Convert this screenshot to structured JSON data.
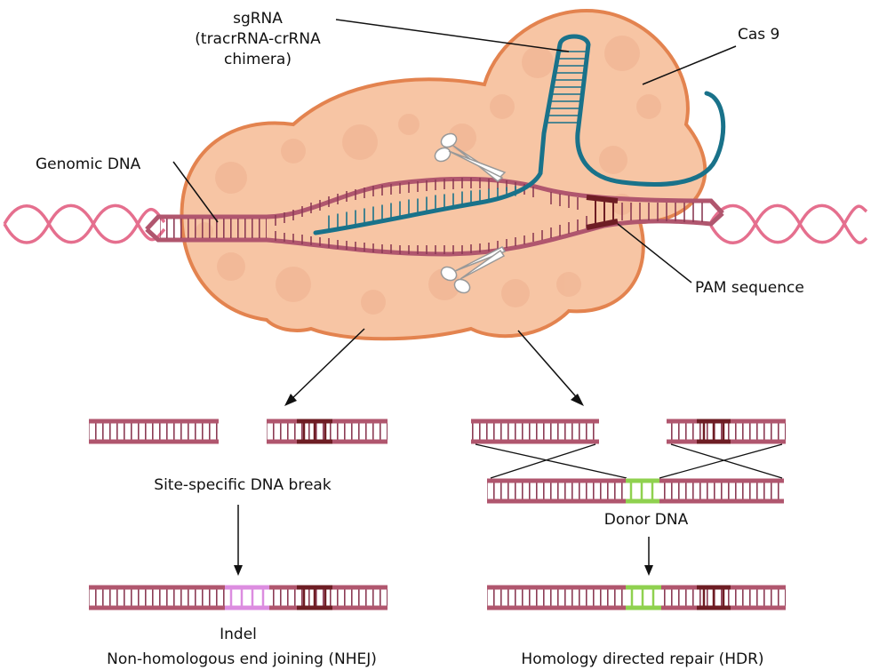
{
  "labels": {
    "sgrna_line1": "sgRNA",
    "sgrna_line2": "(tracrRNA-crRNA",
    "sgrna_line3": "chimera)",
    "cas9": "Cas 9",
    "genomic_dna": "Genomic DNA",
    "pam": "PAM sequence",
    "break": "Site-specific DNA break",
    "donor": "Donor DNA",
    "indel": "Indel",
    "nhej": "Non-homologous end joining (NHEJ)",
    "hdr": "Homology directed repair (HDR)"
  },
  "colors": {
    "protein_fill": "#f7c5a4",
    "protein_outline": "#e3834f",
    "dna_strand": "#b0566e",
    "helix": "#e56f8e",
    "rung": "#8c3c55",
    "pam": "#6e1d24",
    "sgrna": "#19728a",
    "indel": "#dc8de0",
    "donor_insert": "#8fd14f"
  }
}
